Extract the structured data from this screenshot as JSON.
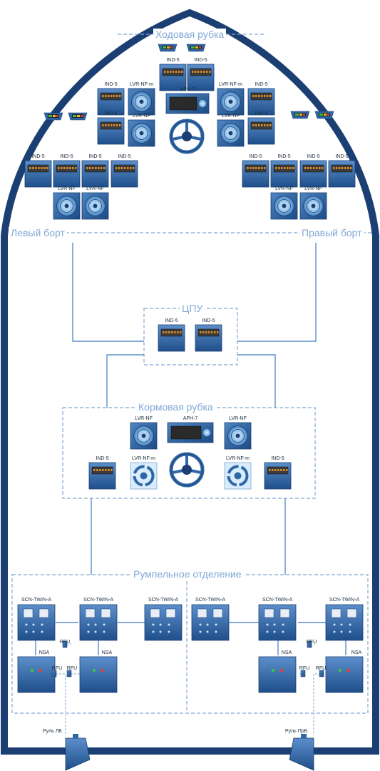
{
  "zones": {
    "bridge": "Ходовая рубка",
    "port": "Левый борт",
    "starboard": "Правый борт",
    "ecr": "ЦПУ",
    "aft_bridge": "Кормовая рубка",
    "steering_room": "Румпельное отделение"
  },
  "devices": {
    "ind5": "IND-5",
    "lvr_nf": "LVR-NF",
    "lvr_nf_m": "LVR-NF-m",
    "aph7": "APH-7",
    "scn_twin_a": "SCN-TWIN-A",
    "nsa": "NSA",
    "rfu": "RFU"
  },
  "rudders": {
    "port": "Руль ЛБ",
    "starboard": "Руль ПрБ"
  },
  "colors": {
    "hull": "#1b3f73",
    "panel_blue": "#2f67a6",
    "zone_dash": "#7fa8d6",
    "label": "#7fa8d6"
  }
}
